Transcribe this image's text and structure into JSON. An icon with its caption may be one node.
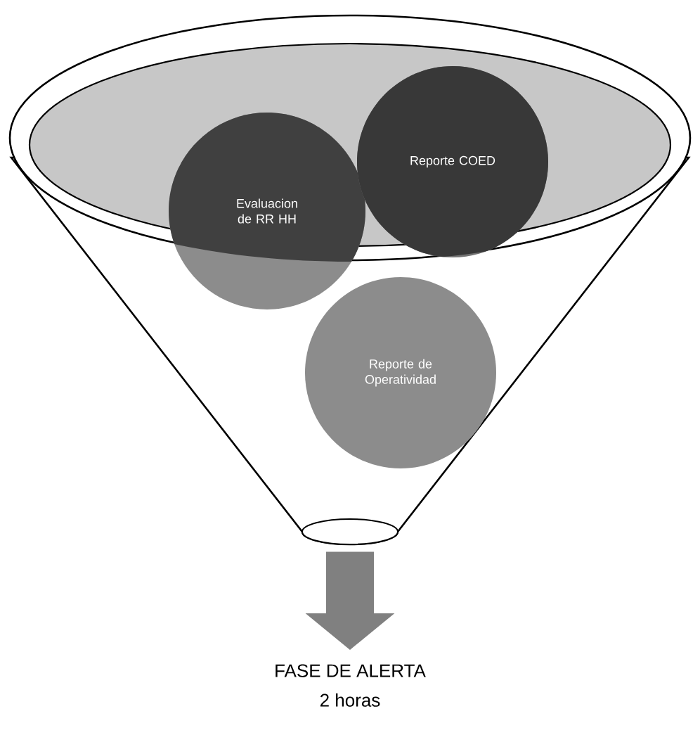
{
  "diagram": {
    "nodes": [
      {
        "text": [],
        "shape": "funnel"
      },
      {
        "text": [
          "Evaluacion de RR HH"
        ]
      },
      {
        "text": [
          "Reporte COED"
        ]
      },
      {
        "text": [
          "Reporte de Operatividad"
        ],
        "in": 0
      },
      {
        "text": [
          "FASE DE ALERTA",
          "2 horas"
        ]
      }
    ],
    "edges": [
      {
        "from": 0,
        "to": 4,
        "arrow": "to"
      }
    ]
  }
}
